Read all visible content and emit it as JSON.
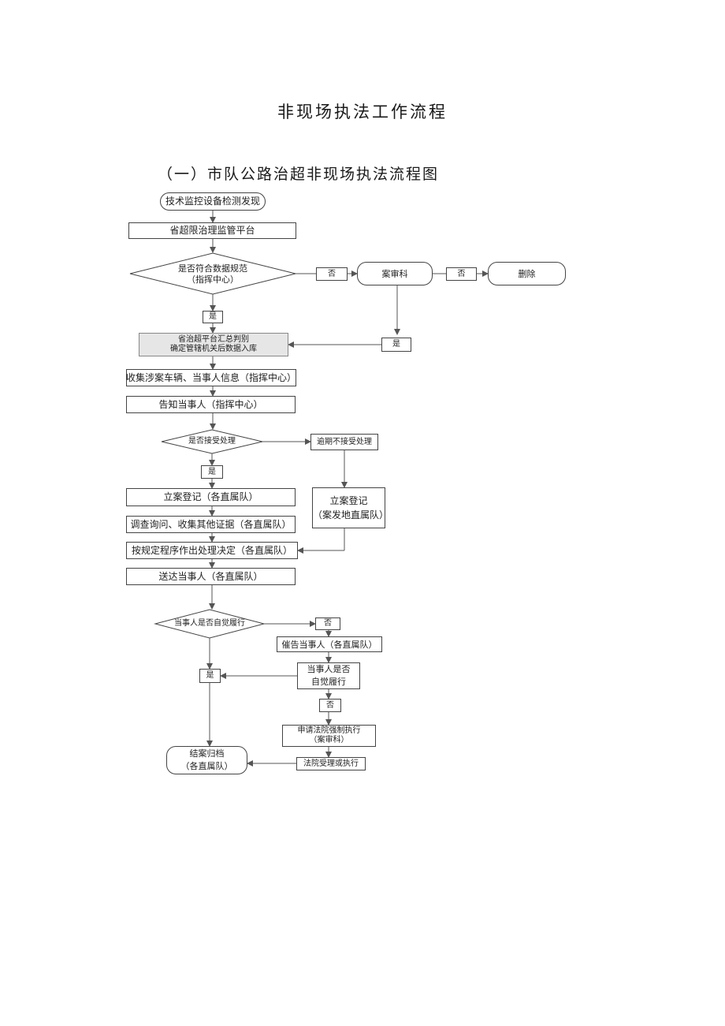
{
  "title": "非现场执法工作流程",
  "subtitle": "（一）市队公路治超非现场执法流程图",
  "nodes": {
    "detect": "技术监控设备检测发现",
    "platform": "省超限治理监管平台",
    "q_spec": "是否符合数据规范\n（指挥中心）",
    "no1": "否",
    "review_dept": "案审科",
    "no2": "否",
    "delete": "删除",
    "yes1": "是",
    "yes2": "是",
    "summary": "省治超平台汇总判别\n确定管辖机关后数据入库",
    "collect": "收集涉案车辆、当事人信息（指挥中心）",
    "notify": "告知当事人（指挥中心）",
    "q_accept": "是否接受处理",
    "overdue": "逾期不接受处理",
    "yes3": "是",
    "register": "立案登记（各直属队）",
    "register_local": "立案登记\n（案发地直属队）",
    "investigate": "调查询问、收集其他证据（各直属队）",
    "decide": "按规定程序作出处理决定（各直属队）",
    "deliver": "送达当事人（各直属队）",
    "q_comply": "当事人是否自觉履行",
    "no3": "否",
    "urge": "催告当事人（各直属队）",
    "q_comply2": "当事人是否\n自觉履行",
    "yes4": "是",
    "no4": "否",
    "apply_court": "申请法院强制执行\n（案审科）",
    "court_exec": "法院受理或执行",
    "close_case": "结案归档\n（各直属队）"
  }
}
